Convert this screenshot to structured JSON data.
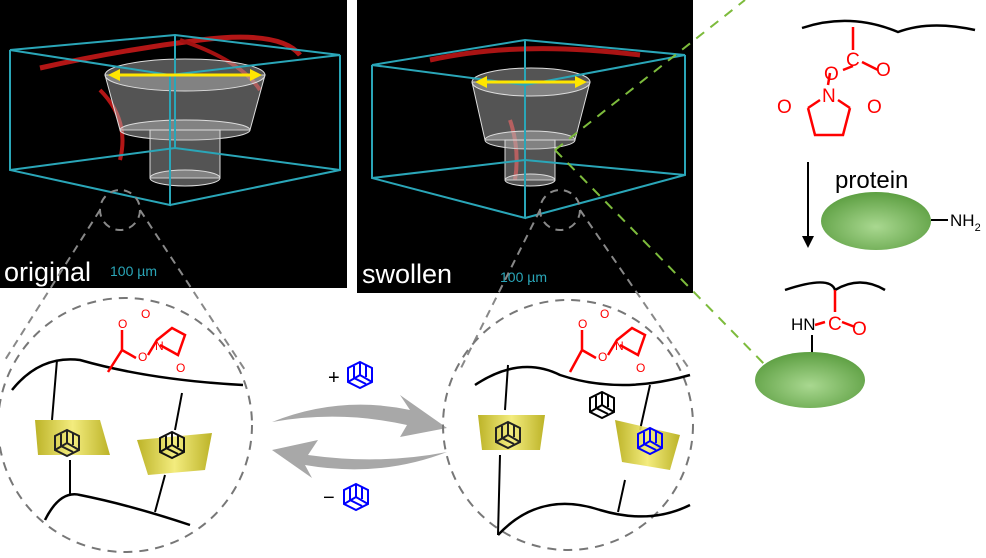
{
  "panels": {
    "original": {
      "label": "original",
      "scale_bar": "100 µm"
    },
    "swollen": {
      "label": "swollen",
      "scale_bar": "100 µm"
    }
  },
  "reaction": {
    "atoms": {
      "o": "O",
      "n": "N",
      "c": "C",
      "hn": "HN"
    },
    "protein_label": "protein",
    "amine": "NH",
    "amine_sub": "2"
  },
  "switch": {
    "add": "+",
    "remove": "−"
  },
  "colors": {
    "box": "#2aa6b8",
    "nhs": "#ff0000",
    "protein": "#6fb552",
    "guest": "#0000ff",
    "host": "#d8cf2a",
    "arrow": "#a8a8a8",
    "zoom_line": "#7dbb3c"
  }
}
